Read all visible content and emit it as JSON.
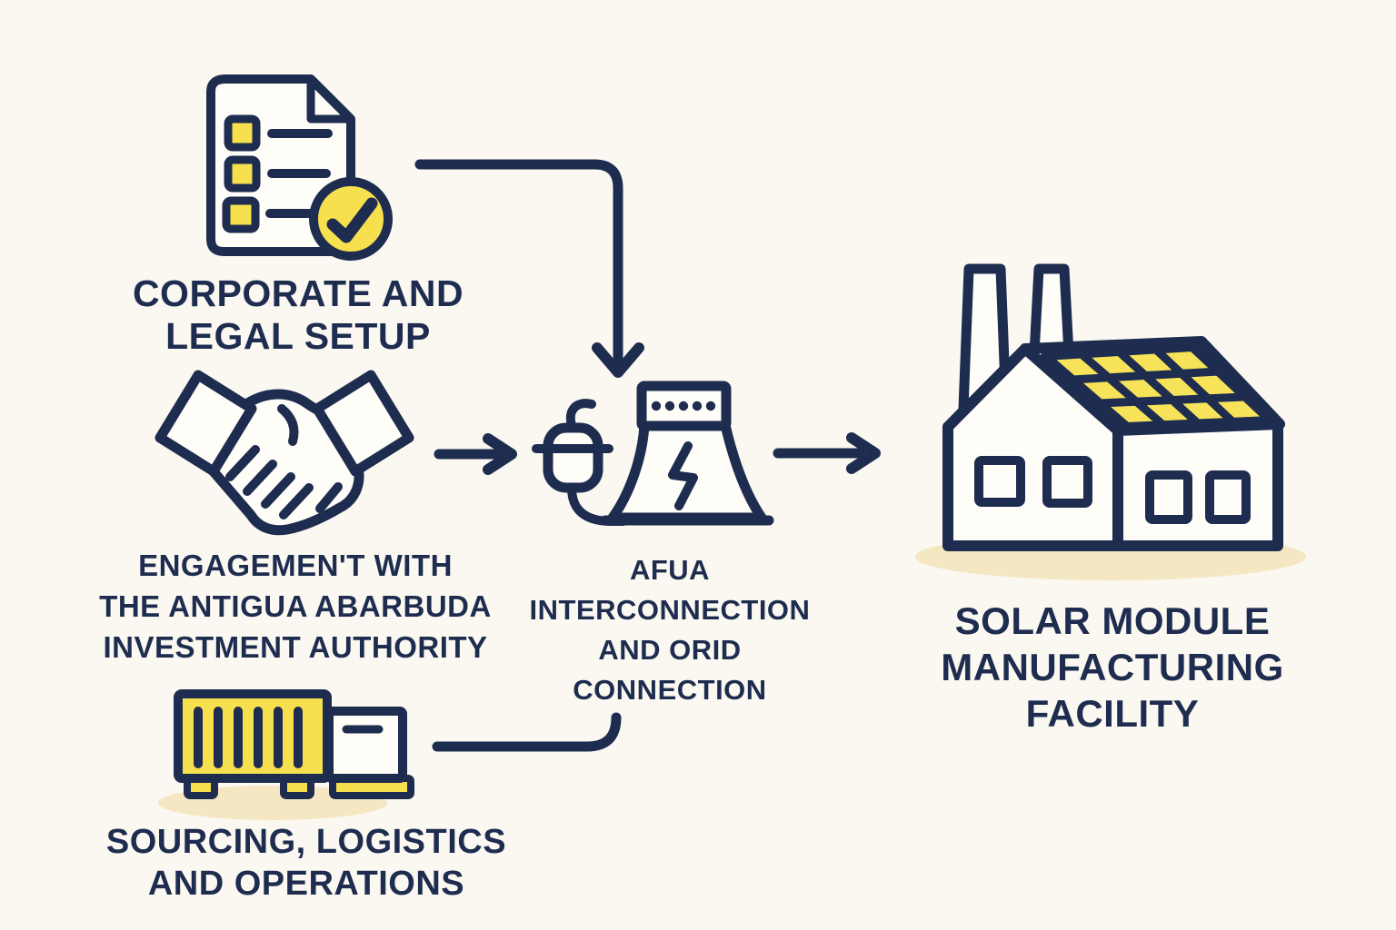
{
  "diagram": {
    "type": "process-flow",
    "steps": {
      "corporate": {
        "id": "corporate-legal-setup",
        "lines": [
          "CORPORATE AND",
          "LEGAL SETUP"
        ],
        "icon": "checklist-document-icon"
      },
      "engagement": {
        "id": "investment-authority-engagement",
        "lines": [
          "ENGAGEMEN'T WITH",
          "THE ANTIGUA ABARBUDA",
          "INVESTMENT AUTHORITY"
        ],
        "icon": "handshake-icon"
      },
      "sourcing": {
        "id": "sourcing-logistics-operations",
        "lines": [
          "SOURCING, LOGISTICS",
          "AND OPERATIONS"
        ],
        "icon": "container-truck-icon"
      },
      "apua": {
        "id": "apua-interconnection",
        "lines": [
          "AFUA",
          "INTERCONNECTION",
          "AND ORID",
          "CONNECTION"
        ],
        "icon": "power-plant-plug-icon"
      },
      "solar": {
        "id": "solar-module-manufacturing-facility",
        "lines": [
          "SOLAR MODULE",
          "MANUFACTURING",
          "FACILITY"
        ],
        "icon": "solar-factory-icon"
      }
    },
    "flow_arrows": [
      {
        "from": "corporate-legal-setup",
        "to": "apua-interconnection",
        "style": "elbow-down"
      },
      {
        "from": "investment-authority-engagement",
        "to": "apua-interconnection",
        "style": "straight-right"
      },
      {
        "from": "sourcing-logistics-operations",
        "to": "apua-interconnection",
        "style": "elbow-up"
      },
      {
        "from": "apua-interconnection",
        "to": "solar-module-manufacturing-facility",
        "style": "straight-right"
      }
    ],
    "palette": {
      "navy": "#1E2C50",
      "yellow": "#F6E04E",
      "panel_yellow": "#F6E35A",
      "background": "#FAF8F0",
      "shadow_beige": "#F5E7C2",
      "icon_fill": "#FFFDF7"
    }
  }
}
